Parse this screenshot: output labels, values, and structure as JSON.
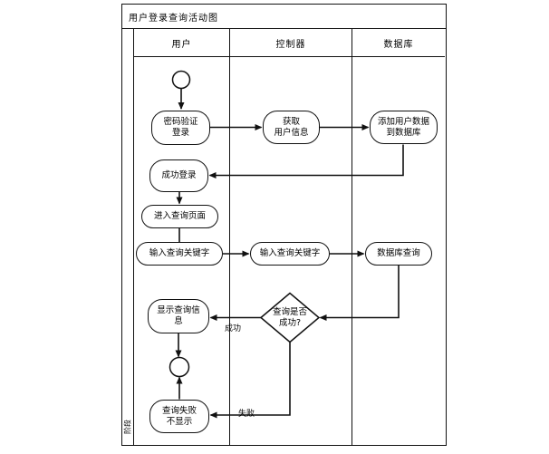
{
  "diagram": {
    "title": "用户登录查询活动图",
    "phase_label": "阶段",
    "lanes": [
      {
        "label": "用户"
      },
      {
        "label": "控制器"
      },
      {
        "label": "数据库"
      }
    ],
    "nodes": [
      {
        "id": "start",
        "type": "initial-circle",
        "label": ""
      },
      {
        "id": "password-login",
        "type": "activity",
        "label": "密码验证\n登录"
      },
      {
        "id": "get-user-info",
        "type": "activity",
        "label": "获取\n用户信息"
      },
      {
        "id": "add-user-data",
        "type": "activity",
        "label": "添加用户数据\n到数据库"
      },
      {
        "id": "login-success",
        "type": "activity",
        "label": "成功登录"
      },
      {
        "id": "enter-query-page",
        "type": "activity",
        "label": "进入查询页面"
      },
      {
        "id": "input-keyword-user",
        "type": "activity",
        "label": "输入查询关键字"
      },
      {
        "id": "input-keyword-controller",
        "type": "activity",
        "label": "输入查询关键字"
      },
      {
        "id": "db-query",
        "type": "activity",
        "label": "数据库查询"
      },
      {
        "id": "show-query-info",
        "type": "activity",
        "label": "显示查询信\n息"
      },
      {
        "id": "query-success-decision",
        "type": "decision",
        "label": "查询是否\n成功?"
      },
      {
        "id": "end",
        "type": "final-circle",
        "label": ""
      },
      {
        "id": "query-fail",
        "type": "activity",
        "label": "查询失败\n不显示"
      }
    ],
    "edge_labels": {
      "success": "成功",
      "fail": "失败"
    },
    "colors": {
      "line": "#111111",
      "fill": "#ffffff"
    }
  }
}
